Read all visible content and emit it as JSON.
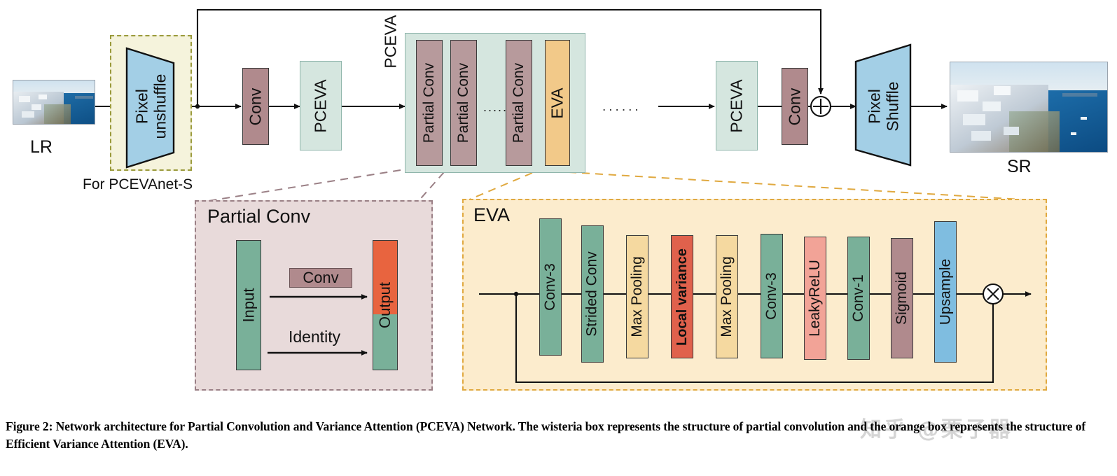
{
  "figure": {
    "caption": "Figure 2: Network architecture for Partial Convolution and Variance Attention (PCEVA) Network. The wisteria box represents the structure of partial convolution and the orange box represents the structure of Efficient Variance Attention (EVA).",
    "watermark": "知乎 @栗子器"
  },
  "pipeline": {
    "lr_label": "LR",
    "sr_label": "SR",
    "pixel_unshuffle": "Pixel\nunshuffle",
    "pixel_unshuffle_line1": "Pixel",
    "pixel_unshuffle_line2": "unshuffle",
    "unshuffle_note": "For PCEVAnet-S",
    "conv_1": "Conv",
    "pceva_1": "PCEVA",
    "pceva_main_label": "PCEVA",
    "pceva_last": "PCEVA",
    "conv_2": "Conv",
    "pixel_shuffle_line1": "Pixel",
    "pixel_shuffle_line2": "Shuffle",
    "add_symbol": "⊕",
    "ellipsis_inner": "......",
    "ellipsis_outer": "......"
  },
  "pceva_block": {
    "title": "PCEVA",
    "items": [
      {
        "label": "Partial Conv",
        "kind": "partial-conv"
      },
      {
        "label": "Partial Conv",
        "kind": "partial-conv"
      },
      {
        "label": "Partial Conv",
        "kind": "partial-conv"
      },
      {
        "label": "EVA",
        "kind": "eva"
      }
    ],
    "ellipsis": "......"
  },
  "partial_conv_detail": {
    "title": "Partial Conv",
    "input_label": "Input",
    "output_label": "Output",
    "conv_label": "Conv",
    "identity_label": "Identity"
  },
  "eva_detail": {
    "title": "EVA",
    "multiply_symbol": "⊗",
    "stages": [
      {
        "label": "Conv-3",
        "color": "#79b099",
        "bold": false
      },
      {
        "label": "Strided Conv",
        "color": "#79b099",
        "bold": false
      },
      {
        "label": "Max Pooling",
        "color": "#f5d9a0",
        "bold": false
      },
      {
        "label": "Local variance",
        "color": "#e0614c",
        "bold": true
      },
      {
        "label": "Max Pooling",
        "color": "#f5d9a0",
        "bold": false
      },
      {
        "label": "Conv-3",
        "color": "#79b099",
        "bold": false
      },
      {
        "label": "LeakyReLU",
        "color": "#f2a397",
        "bold": false
      },
      {
        "label": "Conv-1",
        "color": "#79b099",
        "bold": false
      },
      {
        "label": "Sigmoid",
        "color": "#b08a8d",
        "bold": false
      },
      {
        "label": "Upsample",
        "color": "#7fbde0",
        "bold": false
      }
    ]
  },
  "colors": {
    "conv_block": "#b08a8d",
    "pceva_block": "#d5e6df",
    "partial_conv": "#b79a9c",
    "eva_block": "#f2c989",
    "trapezoid": "#a3cfe6",
    "unshuffle_box_fill": "#f5f3dc",
    "unshuffle_box_border": "#9a9a3c",
    "partial_detail_fill": "#e8dada",
    "partial_detail_border": "#9a7f85",
    "eva_detail_fill": "#fceccd",
    "eva_detail_border": "#e0a940",
    "green": "#79b099",
    "orange_red": "#e8643f",
    "stroke": "#111111"
  }
}
